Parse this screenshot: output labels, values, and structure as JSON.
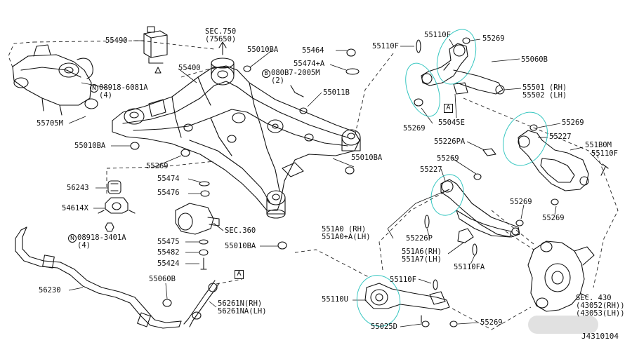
{
  "diagram": {
    "drawing_code": "J4310104",
    "parts": {
      "p55490": "55490",
      "p55400": "55400",
      "sec750": "SEC.750\n(75650)",
      "p55010BA_top": "55010BA",
      "p080B7": "080B7-2005M\n(2)",
      "p08918_6081A": "08918-6081A\n(4)",
      "p55705M": "55705M",
      "p55010BA_left": "55010BA",
      "p55269_center": "55269",
      "p55464": "55464",
      "p55474A": "55474+A",
      "p55011B": "55011B",
      "p55010BA_right": "55010BA",
      "p55474": "55474",
      "p55476": "55476",
      "p56243": "56243",
      "p54614X": "54614X",
      "p08918_3401A": "08918-3401A\n(4)",
      "sec360": "SEC.360",
      "p55475": "55475",
      "p55482": "55482",
      "p55424": "55424",
      "p55010BA_bottom": "55010BA",
      "p56230": "56230",
      "p55060B_left": "55060B",
      "p56261N": "56261N(RH)\n56261NA(LH)",
      "p55110F_a": "55110F",
      "p55110F_b": "55110F",
      "p55269_a": "55269",
      "p55060B_right": "55060B",
      "p55501": "55501 (RH)\n55502 (LH)",
      "p55269_b": "55269",
      "p55045E": "55045E",
      "p55269_c": "55269",
      "p55226PA": "55226PA",
      "p55227_a": "55227",
      "p551B0M": "551B0M",
      "p55110F_c": "55110F",
      "p55269_d": "55269",
      "p55227_b": "55227",
      "p551A0": "551A0 (RH)\n551A0+A(LH)",
      "p55226P": "55226P",
      "p55269_e": "55269",
      "p55269_f": "55269",
      "p551A6": "551A6(RH)\n551A7(LH)",
      "p55110FA": "55110FA",
      "sec430": "SEC. 430\n(43052(RH))\n(43053(LH))",
      "p55110U": "55110U",
      "p55110F_d": "55110F",
      "p55025D": "55025D",
      "p55269_g": "55269"
    },
    "ref_markers": {
      "a1": "A",
      "a2": "A"
    },
    "badges": {
      "n1": "N",
      "n2": "N",
      "b1": "B"
    },
    "highlight_color": "#35c6c0"
  }
}
